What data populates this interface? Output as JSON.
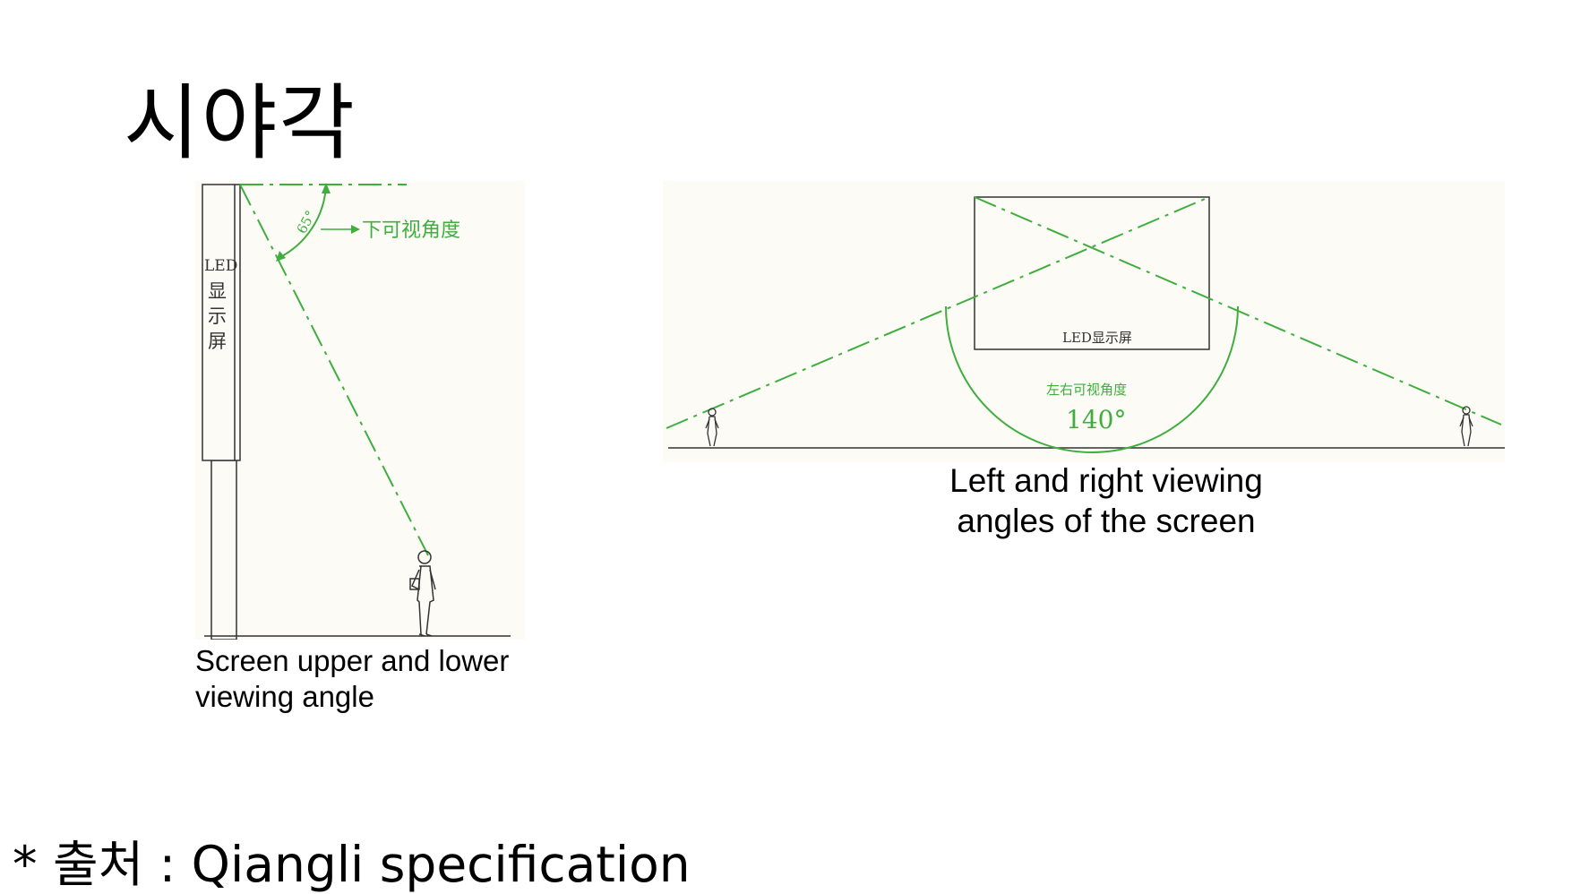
{
  "page": {
    "title": "시야각",
    "source": "* 출처 : Qiangli specification"
  },
  "left_diagram": {
    "screen_label_lines": [
      "LED",
      "显",
      "示",
      "屏"
    ],
    "angle_value": "65°",
    "angle_label": "下可视角度",
    "caption_lines": [
      "Screen upper and lower",
      "viewing angle"
    ]
  },
  "right_diagram": {
    "screen_label": "LED显示屏",
    "angle_label": "左右可视角度",
    "angle_value": "140°",
    "caption_lines": [
      "Left and right viewing",
      "angles of the screen"
    ]
  },
  "colors": {
    "accent_green": "#3fae3f",
    "panel_background": "#fcfbf5",
    "line_dark": "#333333"
  }
}
